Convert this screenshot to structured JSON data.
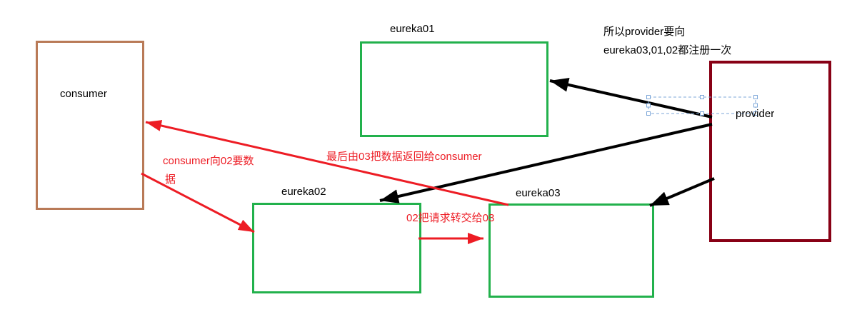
{
  "nodes": {
    "consumer": {
      "label": "consumer",
      "color": "#b97a57"
    },
    "eureka01": {
      "label": "eureka01",
      "color": "#22b14c"
    },
    "eureka02": {
      "label": "eureka02",
      "color": "#22b14c"
    },
    "eureka03": {
      "label": "eureka03",
      "color": "#22b14c"
    },
    "provider": {
      "label": "provider",
      "color": "#880015"
    }
  },
  "annotations": {
    "register_note_line1": "所以provider要向",
    "register_note_line2": "eureka03,01,02都注册一次",
    "consumer_request_line1": "consumer向02要数",
    "consumer_request_line2": "据",
    "return_data_label": "最后由03把数据返回给consumer",
    "forward_request_label": "02把请求转交给03"
  },
  "edges": [
    {
      "from": "provider",
      "to": "eureka01",
      "color": "black",
      "meaning": "register"
    },
    {
      "from": "provider",
      "to": "eureka02",
      "color": "black",
      "meaning": "register"
    },
    {
      "from": "provider",
      "to": "eureka03",
      "color": "black",
      "meaning": "register"
    },
    {
      "from": "consumer",
      "to": "eureka02",
      "color": "red",
      "label": "consumer向02要数据"
    },
    {
      "from": "eureka02",
      "to": "eureka03",
      "color": "red",
      "label": "02把请求转交给03"
    },
    {
      "from": "eureka03",
      "to": "consumer",
      "color": "red",
      "label": "最后由03把数据返回给consumer"
    }
  ],
  "colors": {
    "black_arrow": "#000000",
    "red_arrow": "#ed1c24",
    "selection": "#7da7d9"
  }
}
